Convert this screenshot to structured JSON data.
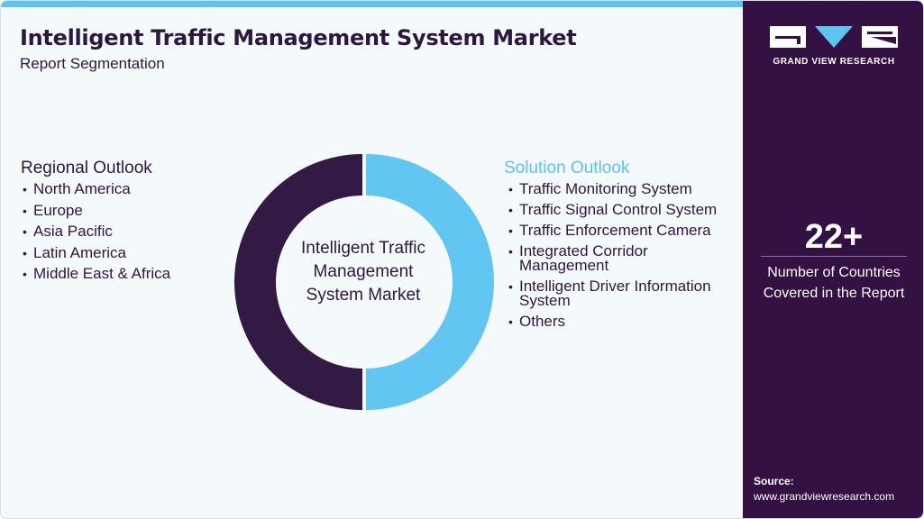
{
  "header": {
    "title": "Intelligent Traffic Management System Market",
    "subtitle": "Report Segmentation"
  },
  "regional": {
    "heading": "Regional Outlook",
    "items": [
      "North America",
      "Europe",
      "Asia Pacific",
      "Latin America",
      "Middle East & Africa"
    ]
  },
  "solution": {
    "heading": "Solution Outlook",
    "items": [
      "Traffic Monitoring System",
      "Traffic Signal Control System",
      "Traffic Enforcement Camera",
      "Integrated Corridor Management",
      "Intelligent Driver Information System",
      "Others"
    ]
  },
  "donut": {
    "center_label": "Intelligent Traffic Management System Market",
    "segments": [
      {
        "value": 50,
        "color": "#62c6f2"
      },
      {
        "value": 50,
        "color": "#331a45"
      }
    ]
  },
  "sidebar": {
    "brand": "GRAND VIEW RESEARCH",
    "stat_number": "22+",
    "stat_label": "Number of Countries Covered in the Report",
    "source_label": "Source:",
    "source_url": "www.grandviewresearch.com"
  },
  "colors": {
    "dark_purple": "#331243",
    "accent_blue": "#5cc4f1",
    "text": "#2c1741"
  }
}
